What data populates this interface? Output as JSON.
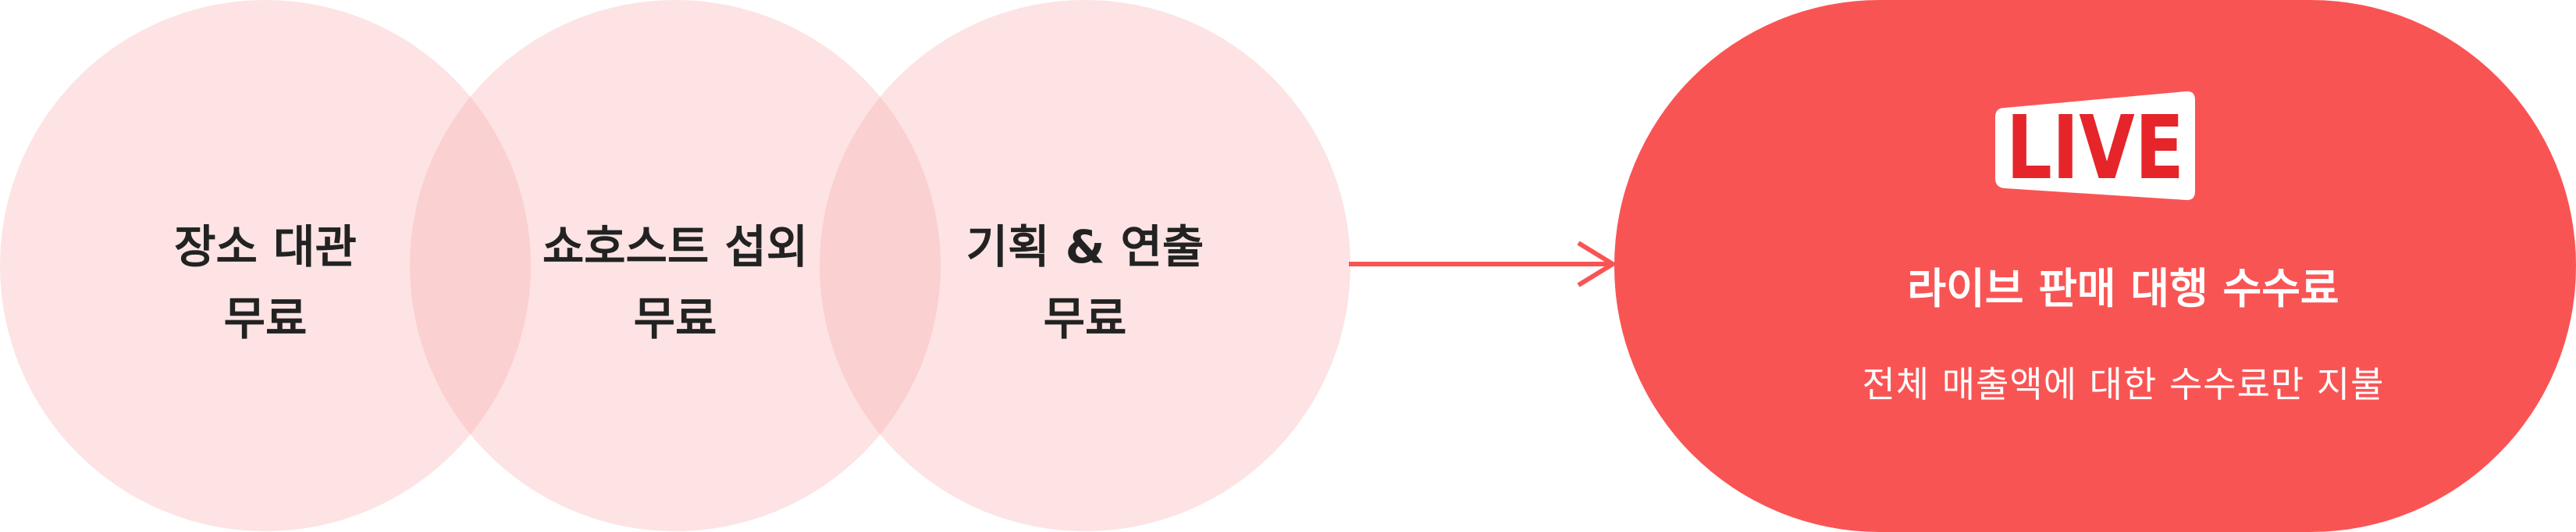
{
  "circles": [
    {
      "line1": "장소 대관",
      "line2": "무료"
    },
    {
      "line1": "쇼호스트 섭외",
      "line2": "무료"
    },
    {
      "line1": "기획 & 연출",
      "line2": "무료"
    }
  ],
  "badge": {
    "text": "LIVE"
  },
  "pill": {
    "title": "라이브 판매 대행 수수료",
    "subtitle": "전체 매출액에 대한 수수료만 지불"
  },
  "colors": {
    "circle_fill": "#fde3e3",
    "overlap_fill": "#fbd0d0",
    "accent": "#f95454",
    "text_dark": "#222222",
    "badge_red": "#e5252a"
  },
  "icons": [
    "live-badge-icon",
    "arrow-right-icon"
  ]
}
